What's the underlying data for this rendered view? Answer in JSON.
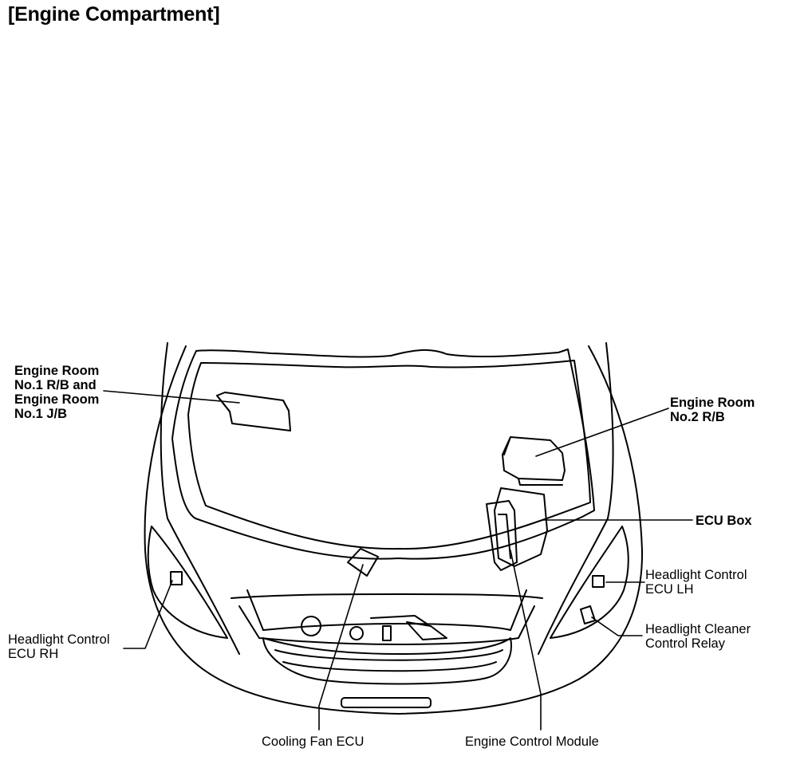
{
  "title": "[Engine Compartment]",
  "labels": {
    "er1": [
      "Engine Room",
      "No.1 R/B and",
      "Engine Room",
      "No.1 J/B"
    ],
    "er2": [
      "Engine Room",
      "No.2 R/B"
    ],
    "ecu_box": "ECU Box",
    "hl_lh": [
      "Headlight Control",
      "ECU LH"
    ],
    "hl_cleaner": [
      "Headlight Cleaner",
      "Control Relay"
    ],
    "hl_rh": [
      "Headlight Control",
      "ECU RH"
    ],
    "cooling_fan": "Cooling Fan ECU",
    "ecm": "Engine Control Module"
  }
}
